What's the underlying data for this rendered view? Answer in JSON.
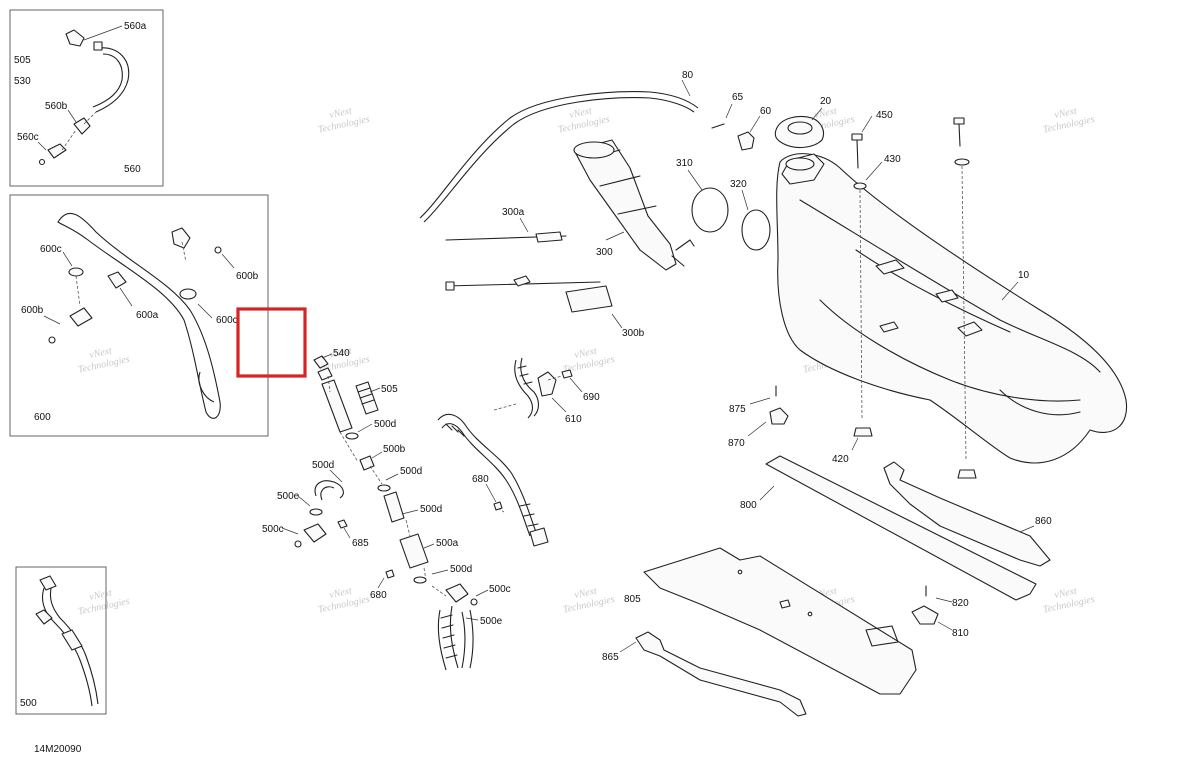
{
  "diagram_code": "14M20090",
  "watermark_line1": "vNext",
  "watermark_line2": "Technologies",
  "watermark_full": "vNext Technologies",
  "highlight_color": "#d62424",
  "insets": {
    "inset_560": {
      "main": "560",
      "side_a": "505",
      "side_b": "530",
      "sub": [
        "560a",
        "560b",
        "560c"
      ]
    },
    "inset_600": {
      "main": "600",
      "sub": [
        "600a",
        "600b",
        "600b",
        "600c",
        "600c"
      ]
    },
    "inset_500": {
      "main": "500"
    }
  },
  "labels": {
    "l10": "10",
    "l20": "20",
    "l60": "60",
    "l65": "65",
    "l80": "80",
    "l300": "300",
    "l300a": "300a",
    "l300b": "300b",
    "l310": "310",
    "l320": "320",
    "l420": "420",
    "l430": "430",
    "l450": "450",
    "l505": "505",
    "l500a": "500a",
    "l500b": "500b",
    "l500c_1": "500c",
    "l500c_2": "500c",
    "l500d_1": "500d",
    "l500d_2": "500d",
    "l500d_3": "500d",
    "l500d_4": "500d",
    "l500d_5": "500d",
    "l500e_1": "500e",
    "l500e_2": "500e",
    "l540": "540",
    "l610": "610",
    "l680_1": "680",
    "l680_2": "680",
    "l685": "685",
    "l690": "690",
    "l800": "800",
    "l805": "805",
    "l810": "810",
    "l820": "820",
    "l860": "860",
    "l865": "865",
    "l870": "870",
    "l875": "875"
  }
}
